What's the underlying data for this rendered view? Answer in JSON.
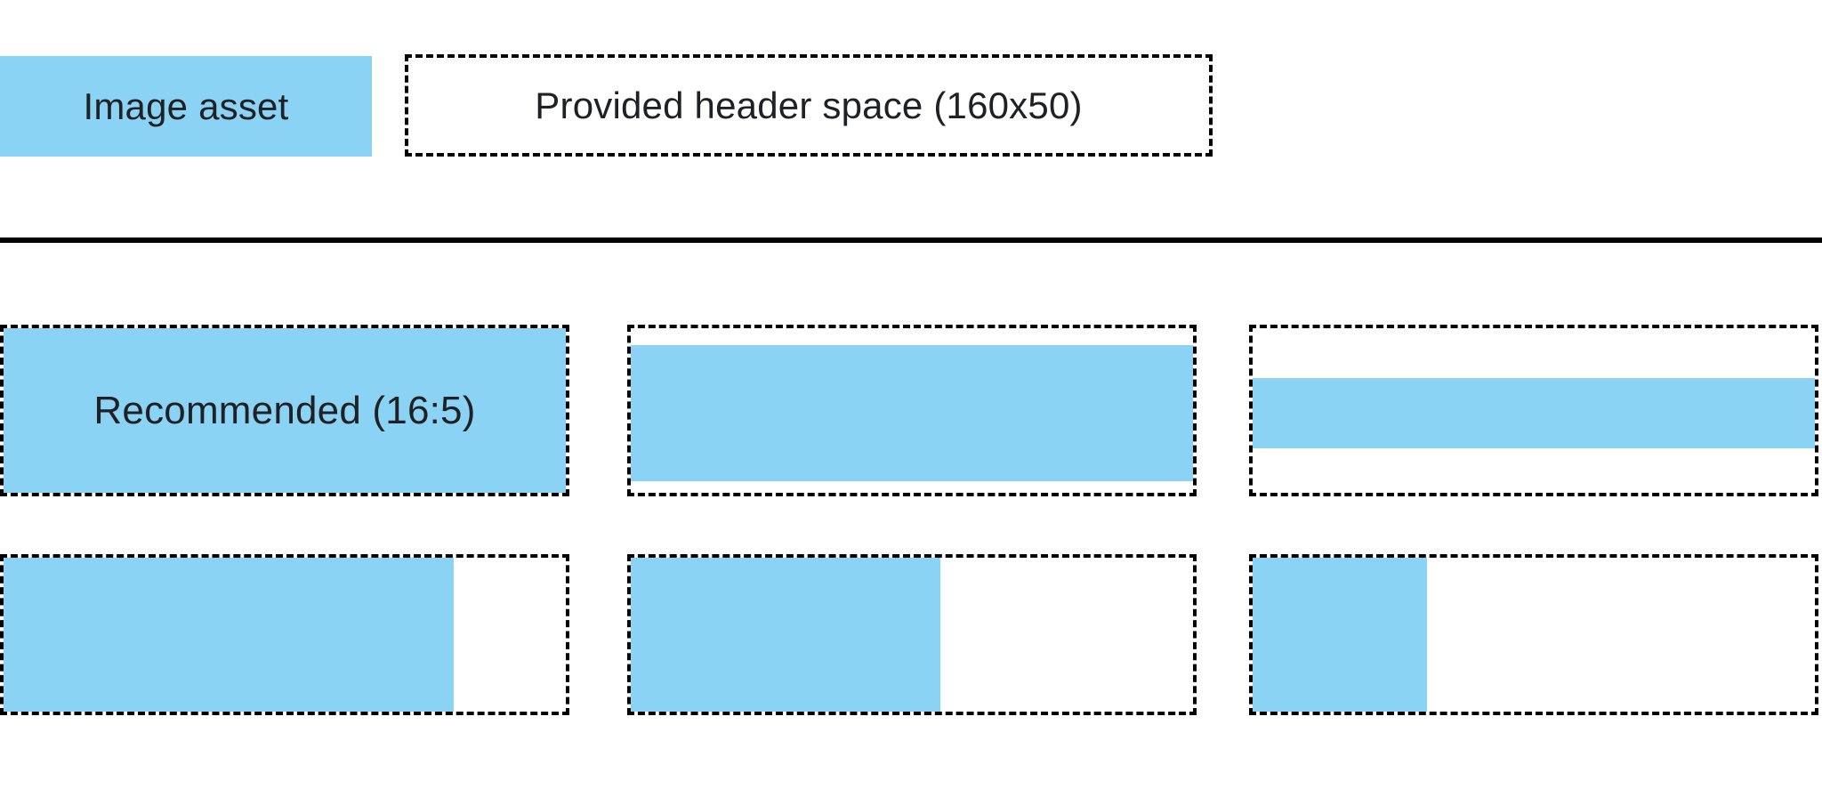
{
  "colors": {
    "asset_blue": "#8AD3F4",
    "border_black": "#000000",
    "text": "#202124",
    "background": "#FFFFFF"
  },
  "legend": {
    "image_asset_label": "Image asset",
    "header_space_label": "Provided header space (160x50)"
  },
  "header_space_size": "160x50",
  "recommended_ratio": "16:5",
  "cells": [
    {
      "label": "Recommended (16:5)",
      "fill": {
        "left_pct": 0,
        "top_pct": 0,
        "width_pct": 100,
        "height_pct": 100
      }
    },
    {
      "label": "",
      "fill": {
        "left_pct": 0,
        "top_pct": 10,
        "width_pct": 100,
        "height_pct": 83
      }
    },
    {
      "label": "",
      "fill": {
        "left_pct": 0,
        "top_pct": 30,
        "width_pct": 100,
        "height_pct": 43
      }
    },
    {
      "label": "",
      "fill": {
        "left_pct": 0,
        "top_pct": 0,
        "width_pct": 80,
        "height_pct": 100
      }
    },
    {
      "label": "",
      "fill": {
        "left_pct": 0,
        "top_pct": 0,
        "width_pct": 55,
        "height_pct": 100
      }
    },
    {
      "label": "",
      "fill": {
        "left_pct": 0,
        "top_pct": 0,
        "width_pct": 31,
        "height_pct": 100
      }
    }
  ]
}
